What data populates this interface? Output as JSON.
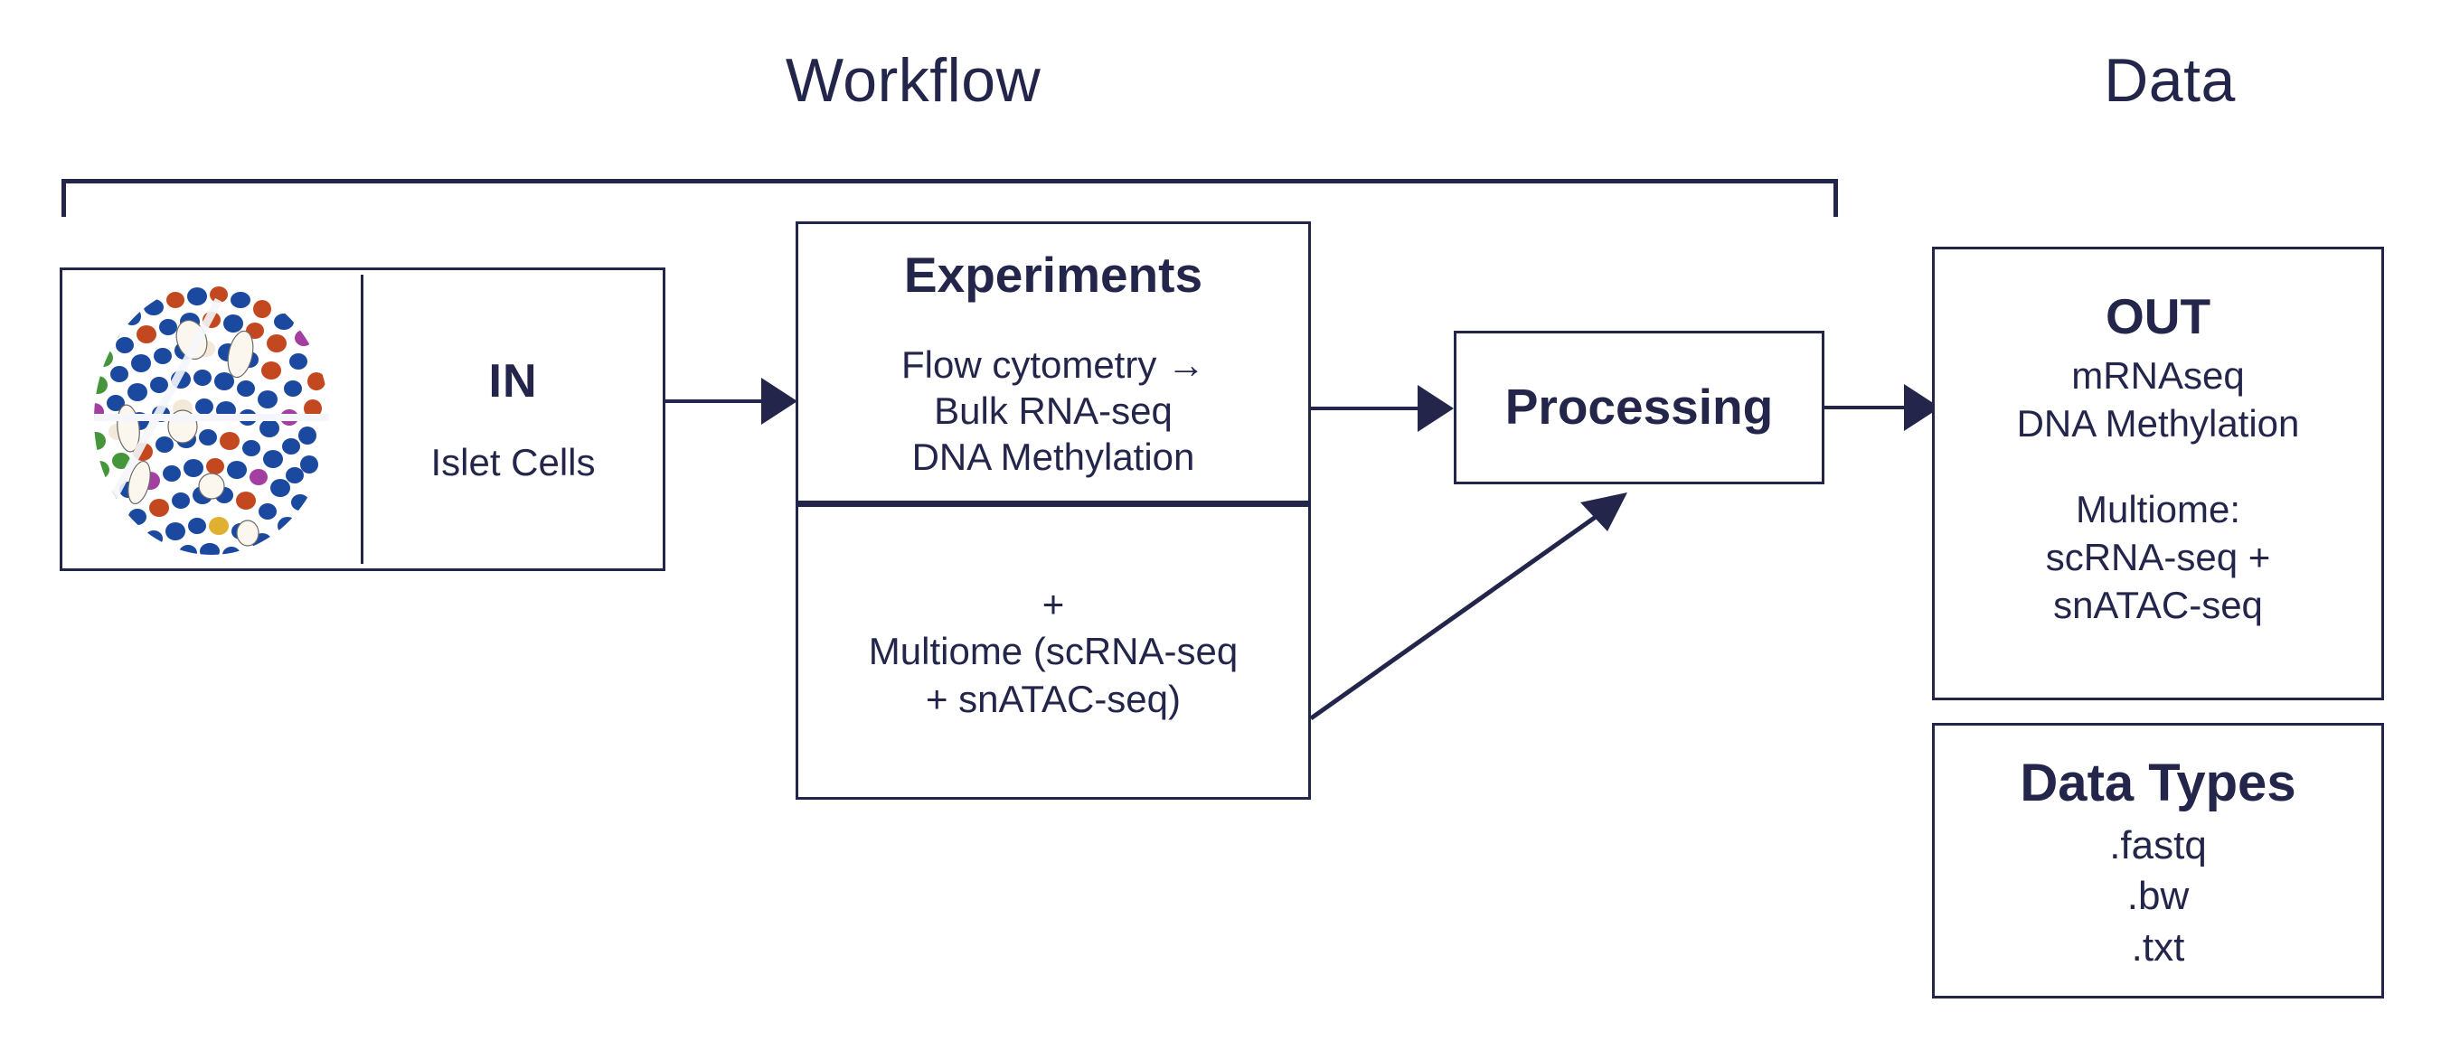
{
  "sections": {
    "workflow_title": "Workflow",
    "data_title": "Data"
  },
  "input": {
    "image_alt": "islet-cell-cluster",
    "label": "IN",
    "sublabel": "Islet Cells"
  },
  "experiments": {
    "heading": "Experiments",
    "items": [
      "Flow cytometry →",
      "Bulk RNA-seq",
      "DNA Methylation"
    ],
    "plus": "+",
    "multiome_line1": "Multiome (scRNA-seq",
    "multiome_line2": "+ snATAC-seq)"
  },
  "processing": {
    "label": "Processing"
  },
  "output": {
    "heading": "OUT",
    "line1": "mRNAseq",
    "line2": "DNA Methylation",
    "line3": "Multiome:",
    "line4": "scRNA-seq +",
    "line5": "snATAC-seq"
  },
  "data_types": {
    "heading": "Data Types",
    "items": [
      ".fastq",
      ".bw",
      ".txt"
    ]
  },
  "colors": {
    "ink": "#23264a",
    "background": "#ffffff",
    "cell_blue": "#1b49a0",
    "cell_orange": "#c4481f",
    "cell_green": "#45963a",
    "cell_purple": "#a23fa0",
    "cell_yellow": "#e0b030"
  }
}
